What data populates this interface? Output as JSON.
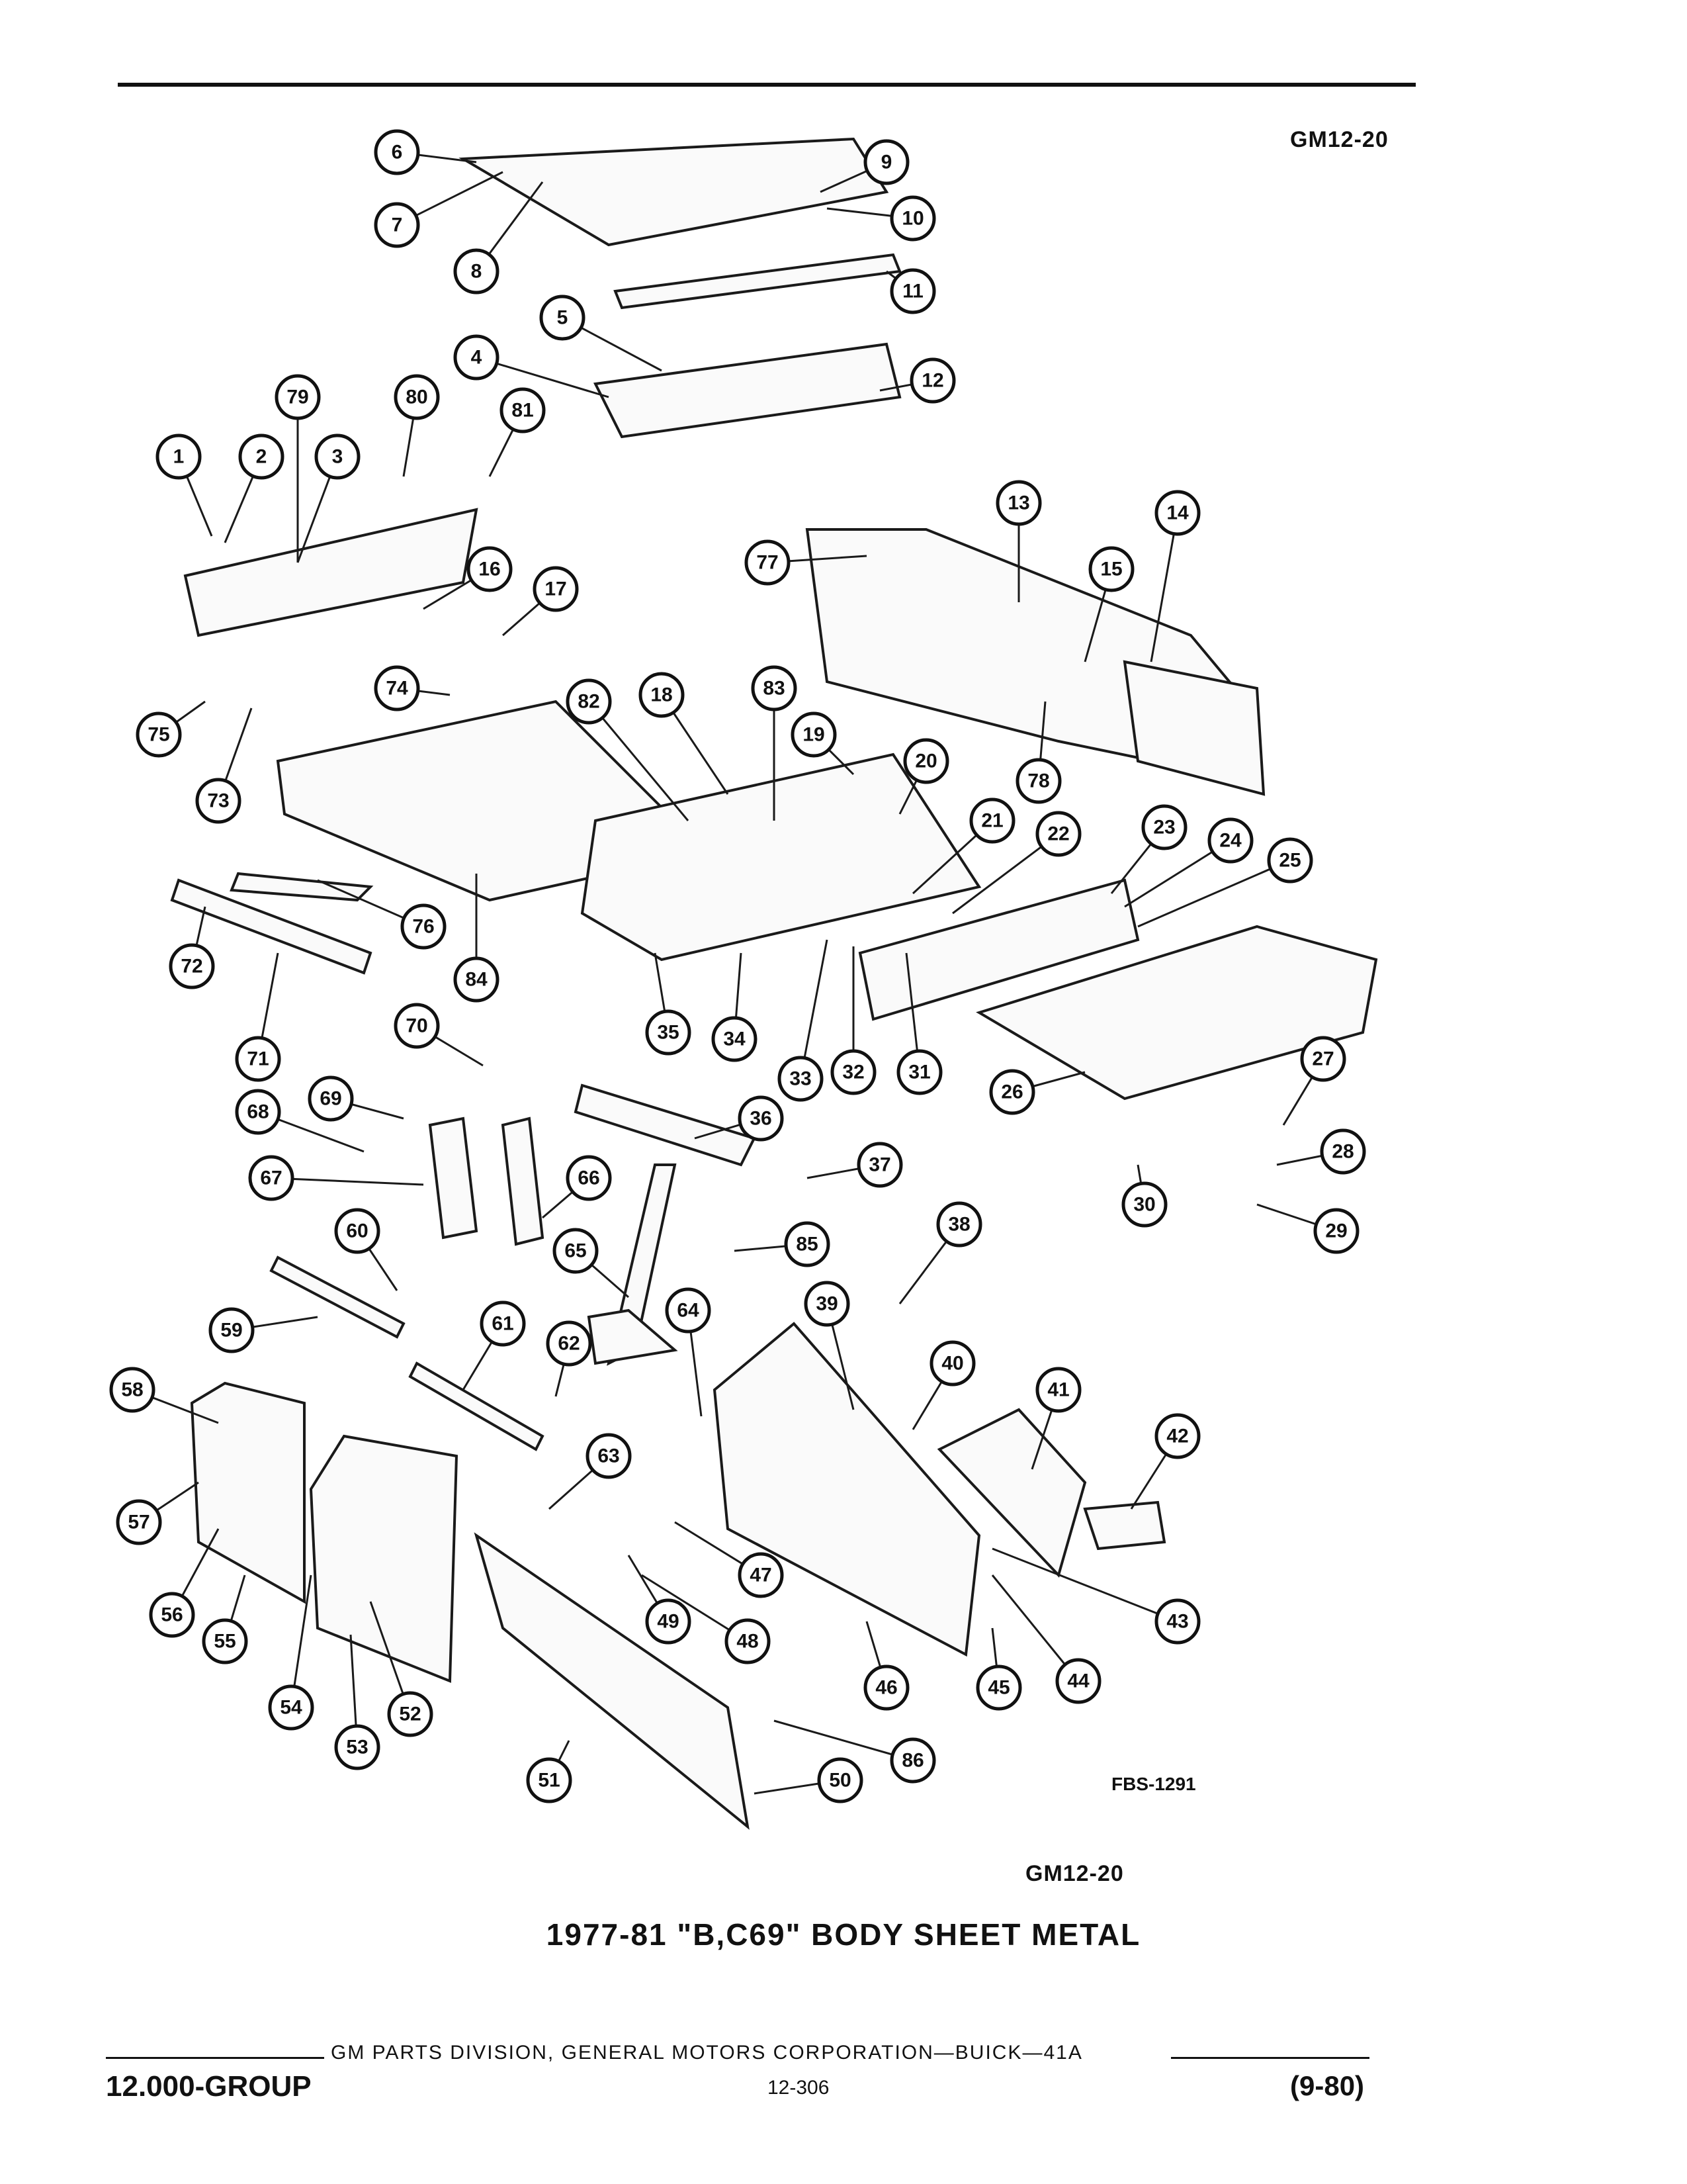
{
  "header": {
    "figure_code_top": "GM12-20"
  },
  "diagram": {
    "reference": "FBS-1291",
    "callouts": [
      "1",
      "2",
      "3",
      "4",
      "5",
      "6",
      "7",
      "8",
      "9",
      "10",
      "11",
      "12",
      "13",
      "14",
      "15",
      "16",
      "17",
      "18",
      "19",
      "20",
      "21",
      "22",
      "23",
      "24",
      "25",
      "26",
      "27",
      "28",
      "29",
      "30",
      "31",
      "32",
      "33",
      "34",
      "35",
      "36",
      "37",
      "38",
      "39",
      "40",
      "41",
      "42",
      "43",
      "44",
      "45",
      "46",
      "47",
      "48",
      "49",
      "50",
      "51",
      "52",
      "53",
      "54",
      "55",
      "56",
      "57",
      "58",
      "59",
      "60",
      "61",
      "62",
      "63",
      "64",
      "65",
      "66",
      "67",
      "68",
      "69",
      "70",
      "71",
      "72",
      "73",
      "74",
      "75",
      "76",
      "77",
      "78",
      "79",
      "80",
      "81",
      "82",
      "83",
      "84",
      "85",
      "86"
    ]
  },
  "figure_code_bottom": "GM12-20",
  "title": "1977-81 \"B,C69\" BODY SHEET METAL",
  "footer": {
    "line": "GM PARTS DIVISION, GENERAL MOTORS CORPORATION—BUICK—41A",
    "group": "12.000-GROUP",
    "page": "12-306",
    "date": "(9-80)"
  }
}
